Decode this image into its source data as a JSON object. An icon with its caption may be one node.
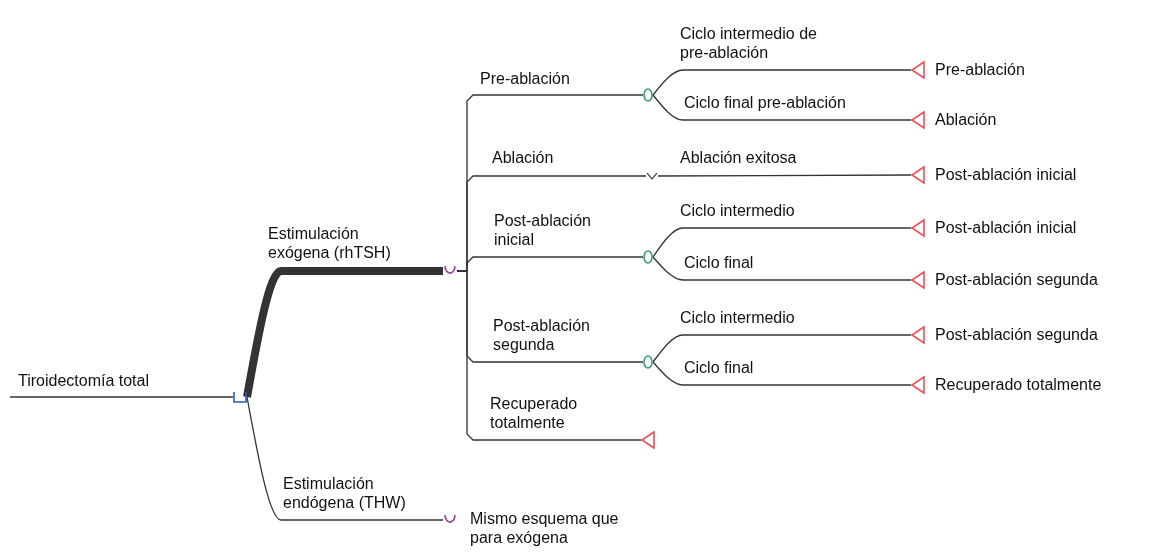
{
  "diagram": {
    "nodes": [
      {
        "text": [],
        "shape": "box"
      },
      {
        "text": [],
        "shape": "cup"
      },
      {
        "text": [],
        "shape": "cup",
        "beside": [
          "Mismo esquema que para exógena"
        ]
      },
      {
        "text": [],
        "shape": "circle"
      },
      {
        "text": [],
        "shape": "triangle",
        "beside": [
          "Pre-ablación"
        ]
      },
      {
        "text": [],
        "shape": "triangle",
        "beside": [
          "Ablación"
        ]
      },
      {
        "text": [],
        "shape": "chevron"
      },
      {
        "text": [],
        "shape": "triangle",
        "beside": [
          "Post-ablación inicial"
        ]
      },
      {
        "text": [],
        "shape": "circle"
      },
      {
        "text": [],
        "shape": "triangle",
        "beside": [
          "Post-ablación inicial"
        ]
      },
      {
        "text": [],
        "shape": "triangle",
        "beside": [
          "Post-ablación segunda"
        ]
      },
      {
        "text": [],
        "shape": "circle"
      },
      {
        "text": [],
        "shape": "triangle",
        "beside": [
          "Post-ablación segunda"
        ]
      },
      {
        "text": [],
        "shape": "triangle",
        "beside": [
          "Recuperado totalmente"
        ]
      },
      {
        "text": [],
        "shape": "triangle"
      }
    ],
    "edges": [
      {
        "from": null,
        "to": 0,
        "arrow": "none",
        "label": "Tiroidectomía total"
      },
      {
        "from": 0,
        "to": 1,
        "arrow": "none",
        "label": "Estimulación exógena (rhTSH)",
        "style": "thick"
      },
      {
        "from": 0,
        "to": 2,
        "arrow": "none",
        "label": "Estimulación endógena (THW)"
      },
      {
        "from": 1,
        "to": 3,
        "arrow": "none",
        "label": "Pre-ablación"
      },
      {
        "from": 3,
        "to": 4,
        "arrow": "none",
        "label": "Ciclo intermedio de pre-ablación"
      },
      {
        "from": 3,
        "to": 5,
        "arrow": "none",
        "label": "Ciclo final pre-ablación"
      },
      {
        "from": 1,
        "to": 6,
        "arrow": "none",
        "label": "Ablación"
      },
      {
        "from": 6,
        "to": 7,
        "arrow": "none",
        "label": "Ablación exitosa"
      },
      {
        "from": 1,
        "to": 8,
        "arrow": "none",
        "label": "Post-ablación inicial"
      },
      {
        "from": 8,
        "to": 9,
        "arrow": "none",
        "label": "Ciclo intermedio"
      },
      {
        "from": 8,
        "to": 10,
        "arrow": "none",
        "label": "Ciclo final"
      },
      {
        "from": 1,
        "to": 11,
        "arrow": "none",
        "label": "Post-ablación segunda"
      },
      {
        "from": 11,
        "to": 12,
        "arrow": "none",
        "label": "Ciclo intermedio"
      },
      {
        "from": 11,
        "to": 13,
        "arrow": "none",
        "label": "Ciclo final"
      },
      {
        "from": 1,
        "to": 14,
        "arrow": "none",
        "label": "Recuperado totalmente"
      }
    ]
  }
}
